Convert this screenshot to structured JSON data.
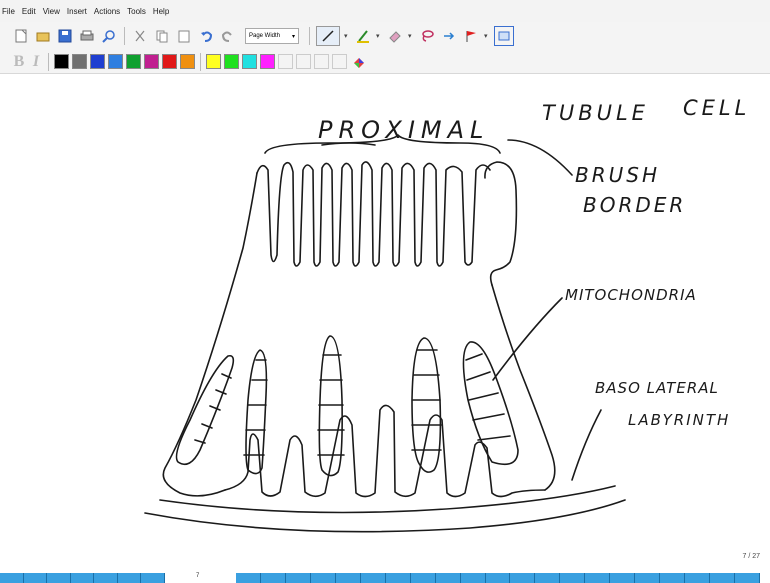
{
  "menu": [
    "File",
    "Edit",
    "View",
    "Insert",
    "Actions",
    "Tools",
    "Help"
  ],
  "toolbar": {
    "zoom_value": "Page Width"
  },
  "format": {
    "bold": "B",
    "italic": "I"
  },
  "palette": [
    "#000000",
    "#707070",
    "#1f3fd0",
    "#2f7fe0",
    "#10a030",
    "#c02090",
    "#e01818",
    "#f09010",
    "#ffff20",
    "#20e020",
    "#20e0e0",
    "#ff20ff"
  ],
  "drawing": {
    "title_proximal": "PROXIMAL",
    "title_tubule": "TUBULE",
    "title_cell": "CELL",
    "label_brush": "BRUSH",
    "label_border": "BORDER",
    "label_mito": "MITOCHONDRIA",
    "label_baso": "BASO LATERAL",
    "label_labyrinth": "LABYRINTH"
  },
  "page_indicator": "7 / 27",
  "bottom_number": "7"
}
